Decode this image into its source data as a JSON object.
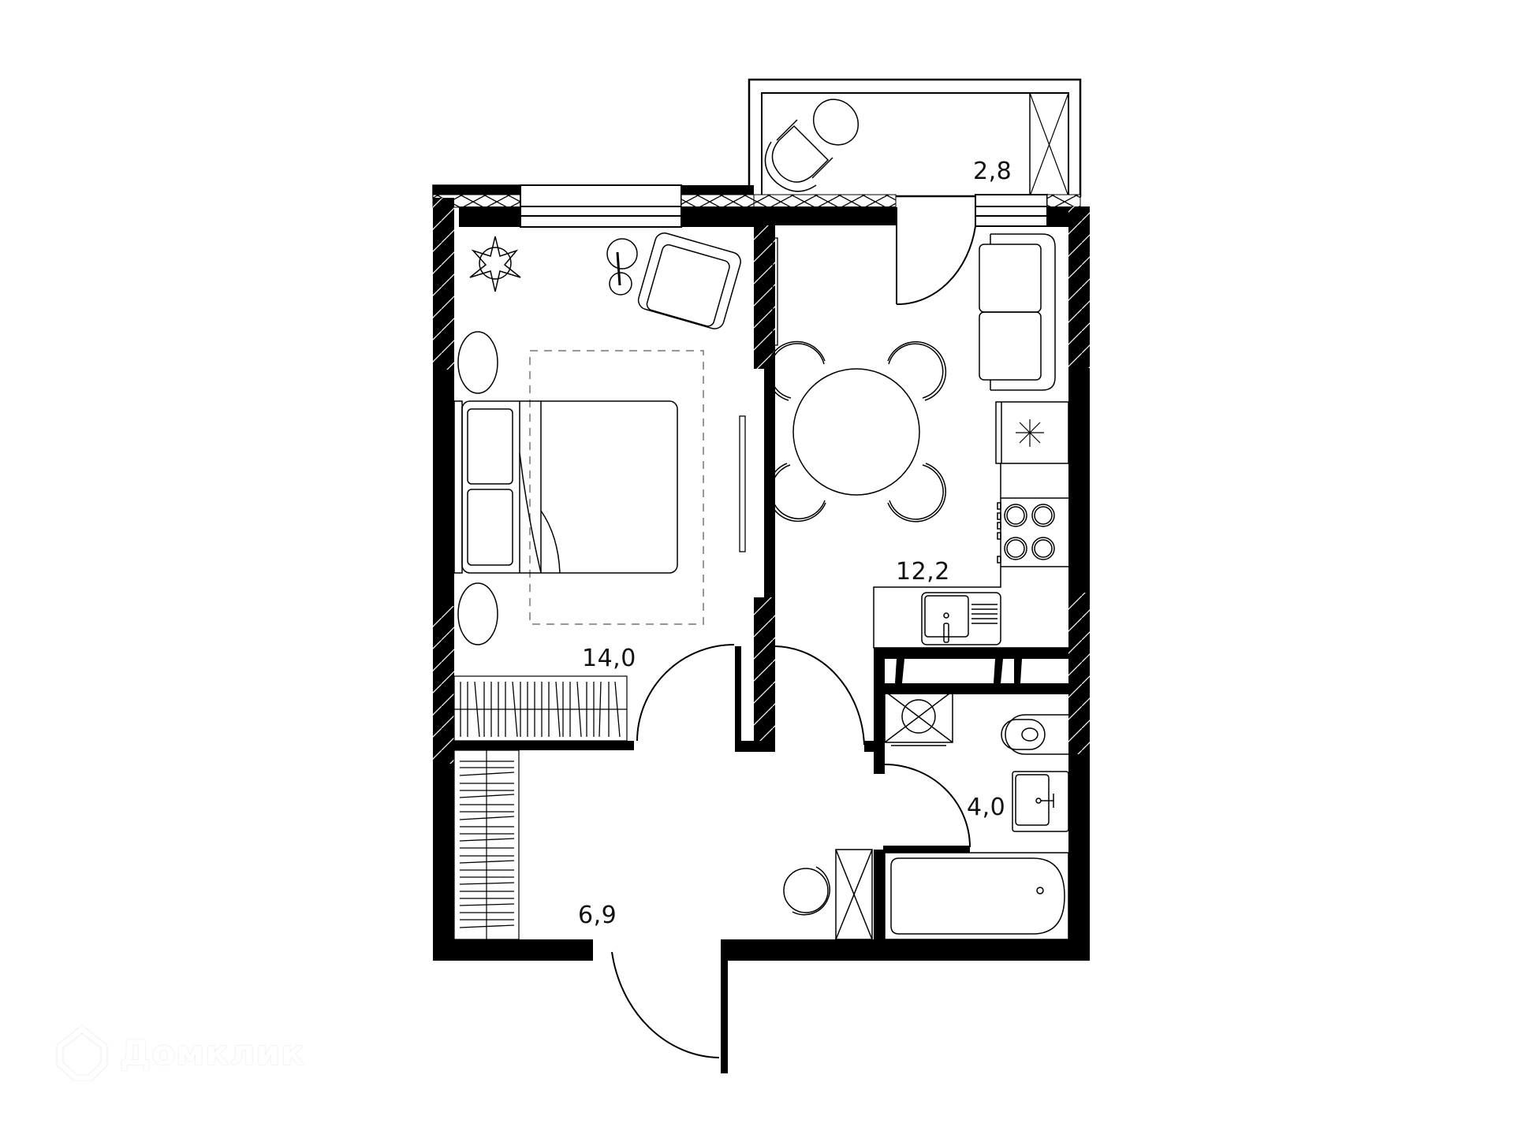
{
  "plan": {
    "type": "apartment-floor-plan",
    "rooms": [
      {
        "id": "bedroom",
        "name": "bedroom",
        "area": "14,0"
      },
      {
        "id": "kitchen-living",
        "name": "kitchen-living",
        "area": "12,2"
      },
      {
        "id": "balcony",
        "name": "balcony",
        "area": "2,8"
      },
      {
        "id": "bathroom",
        "name": "bathroom",
        "area": "4,0"
      },
      {
        "id": "hallway",
        "name": "hallway",
        "area": "6,9"
      }
    ],
    "colors": {
      "wall": "#000000",
      "line": "#222222",
      "background": "#ffffff",
      "dashed": "#777777"
    }
  },
  "labels": {
    "balcony_area": "2,8",
    "kitchen_area": "12,2",
    "bedroom_area": "14,0",
    "bathroom_area": "4,0",
    "hallway_area": "6,9"
  },
  "watermark": {
    "brand": "Домклик",
    "icon": "house-logo-icon"
  }
}
